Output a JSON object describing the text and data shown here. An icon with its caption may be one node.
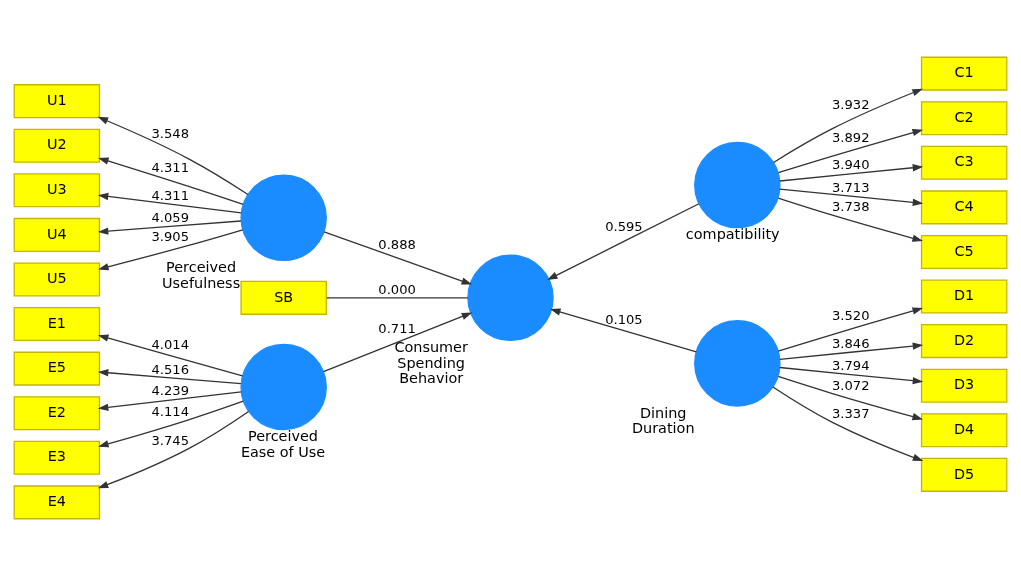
{
  "diagram": {
    "nodes": [
      {
        "text": [
          "E1"
        ]
      },
      {
        "text": [
          "E2"
        ]
      },
      {
        "text": [
          "E3"
        ]
      },
      {
        "text": [
          "E4"
        ]
      },
      {
        "text": [
          "E5"
        ]
      },
      {
        "text": [
          "C1"
        ]
      },
      {
        "text": [
          "C2"
        ]
      },
      {
        "text": [
          "C3"
        ]
      },
      {
        "text": [
          "C4"
        ]
      },
      {
        "text": [
          "C5"
        ]
      },
      {
        "text": [
          "Perceived Ease of Use"
        ]
      },
      {
        "text": [
          "compatibility"
        ]
      },
      {
        "text": [
          "SB"
        ]
      },
      {
        "text": [
          "Consumer Spending Behavior"
        ]
      },
      {
        "text": [
          "U1"
        ]
      },
      {
        "text": [
          "U2"
        ]
      },
      {
        "text": [
          "U3"
        ]
      },
      {
        "text": [
          "U4"
        ]
      },
      {
        "text": [
          "U5"
        ]
      },
      {
        "text": [
          "D1"
        ]
      },
      {
        "text": [
          "D2"
        ]
      },
      {
        "text": [
          "D3"
        ]
      },
      {
        "text": [
          "D4"
        ]
      },
      {
        "text": [
          "D5"
        ]
      },
      {
        "text": [
          "Perceived Usefulness"
        ]
      },
      {
        "text": [
          "Dining Duration"
        ]
      }
    ],
    "edges": [
      {
        "from": 10,
        "to": 0,
        "arrow": "to",
        "label": "4.014"
      },
      {
        "from": 10,
        "to": 1,
        "arrow": "to",
        "label": "4.239"
      },
      {
        "from": 10,
        "to": 2,
        "arrow": "to",
        "label": "4.114"
      },
      {
        "from": 10,
        "to": 3,
        "arrow": "to",
        "label": "3.745"
      },
      {
        "from": 10,
        "to": 4,
        "arrow": "to",
        "label": "4.516"
      },
      {
        "from": 11,
        "to": 5,
        "arrow": "to",
        "label": "3.932"
      },
      {
        "from": 11,
        "to": 6,
        "arrow": "to",
        "label": "3.892"
      },
      {
        "from": 11,
        "to": 7,
        "arrow": "to",
        "label": "3.940"
      },
      {
        "from": 11,
        "to": 8,
        "arrow": "to",
        "label": "3.713"
      },
      {
        "from": 11,
        "to": 9,
        "arrow": "to",
        "label": "3.738"
      },
      {
        "from": 10,
        "to": 13,
        "arrow": "to",
        "label": "0.711"
      },
      {
        "from": 11,
        "to": 13,
        "arrow": "to",
        "label": "0.595"
      },
      {
        "from": 12,
        "to": 13,
        "arrow": "none",
        "label": "0.000"
      },
      {
        "from": 24,
        "to": 13,
        "arrow": "to",
        "label": "0.888"
      },
      {
        "from": 25,
        "to": 13,
        "arrow": "to",
        "label": "0.105"
      },
      {
        "from": 24,
        "to": 14,
        "arrow": "to",
        "label": "3.548"
      },
      {
        "from": 24,
        "to": 15,
        "arrow": "to",
        "label": "4.311"
      },
      {
        "from": 24,
        "to": 16,
        "arrow": "to",
        "label": "4.311"
      },
      {
        "from": 24,
        "to": 17,
        "arrow": "to",
        "label": "4.059"
      },
      {
        "from": 24,
        "to": 18,
        "arrow": "to",
        "label": "3.905"
      },
      {
        "from": 25,
        "to": 19,
        "arrow": "to",
        "label": "3.520"
      },
      {
        "from": 25,
        "to": 20,
        "arrow": "to",
        "label": "3.846"
      },
      {
        "from": 25,
        "to": 21,
        "arrow": "to",
        "label": "3.794"
      },
      {
        "from": 25,
        "to": 22,
        "arrow": "to",
        "label": "3.072"
      },
      {
        "from": 25,
        "to": 23,
        "arrow": "to",
        "label": "3.337"
      }
    ]
  }
}
